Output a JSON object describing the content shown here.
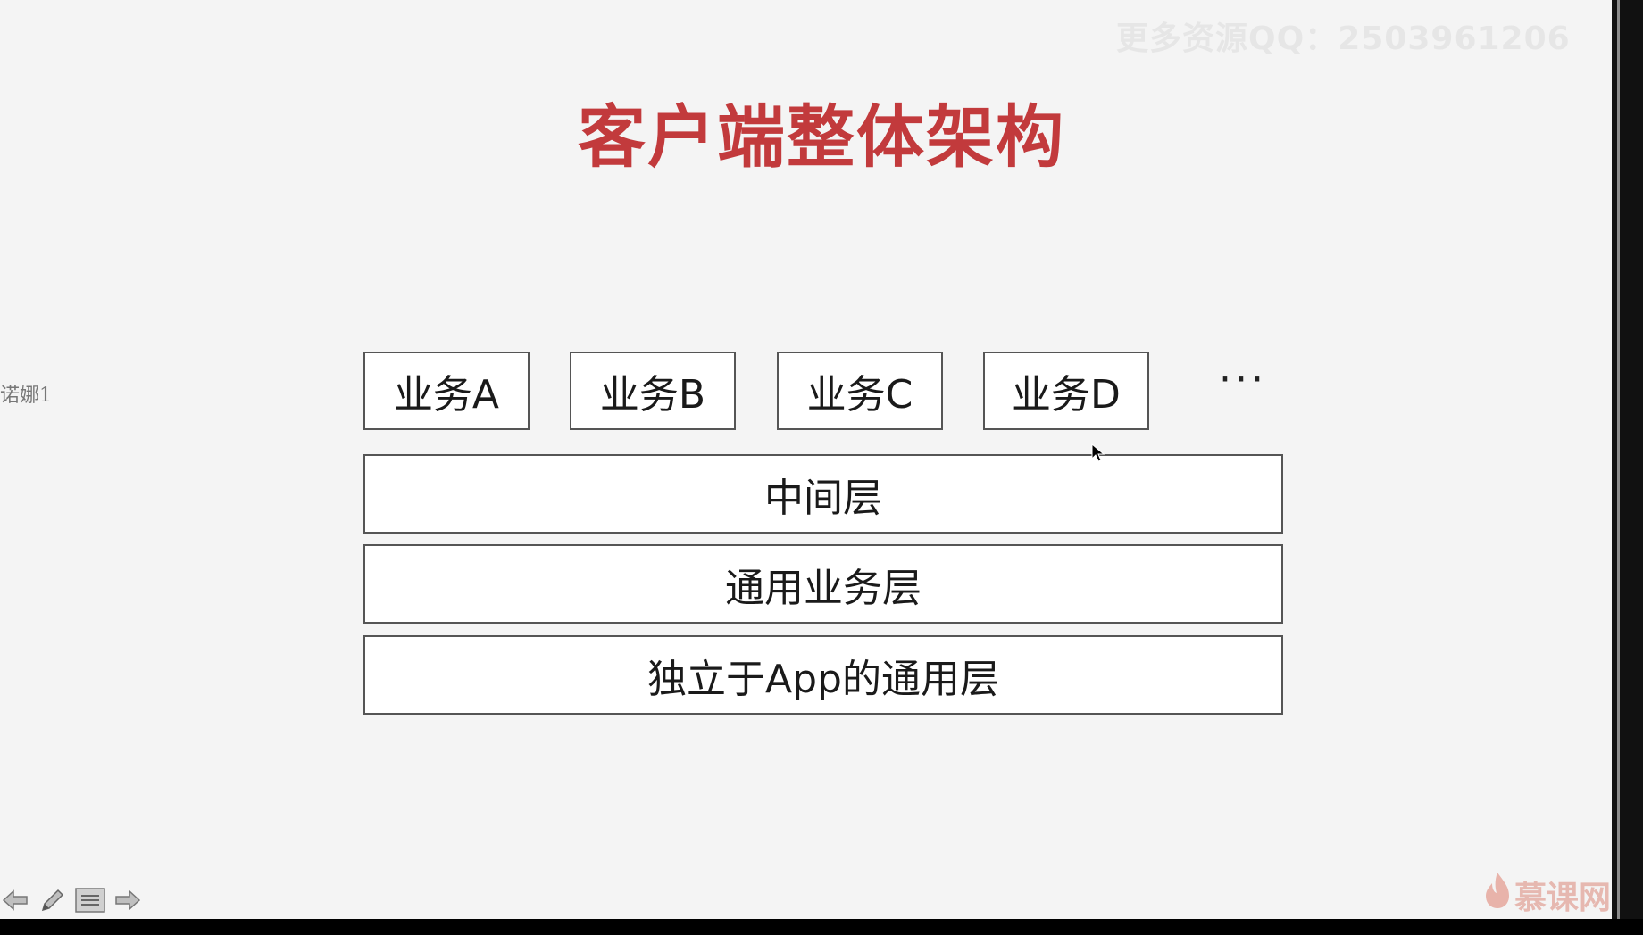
{
  "watermark": "更多资源QQ：2503961206",
  "slide": {
    "title": "客户端整体架构",
    "side_label": "诺娜1",
    "business_boxes": [
      "业务A",
      "业务B",
      "业务C",
      "业务D"
    ],
    "ellipsis": "···",
    "layers": [
      "中间层",
      "通用业务层",
      "独立于App的通用层"
    ]
  },
  "brand": {
    "name": "慕课网",
    "icon": "flame-icon"
  },
  "toolbar": {
    "icons": [
      "arrow-left-icon",
      "pen-icon",
      "menu-icon",
      "arrow-right-icon"
    ]
  },
  "colors": {
    "title": "#c23a3c",
    "background": "#f4f4f4",
    "box_border": "#555555"
  }
}
